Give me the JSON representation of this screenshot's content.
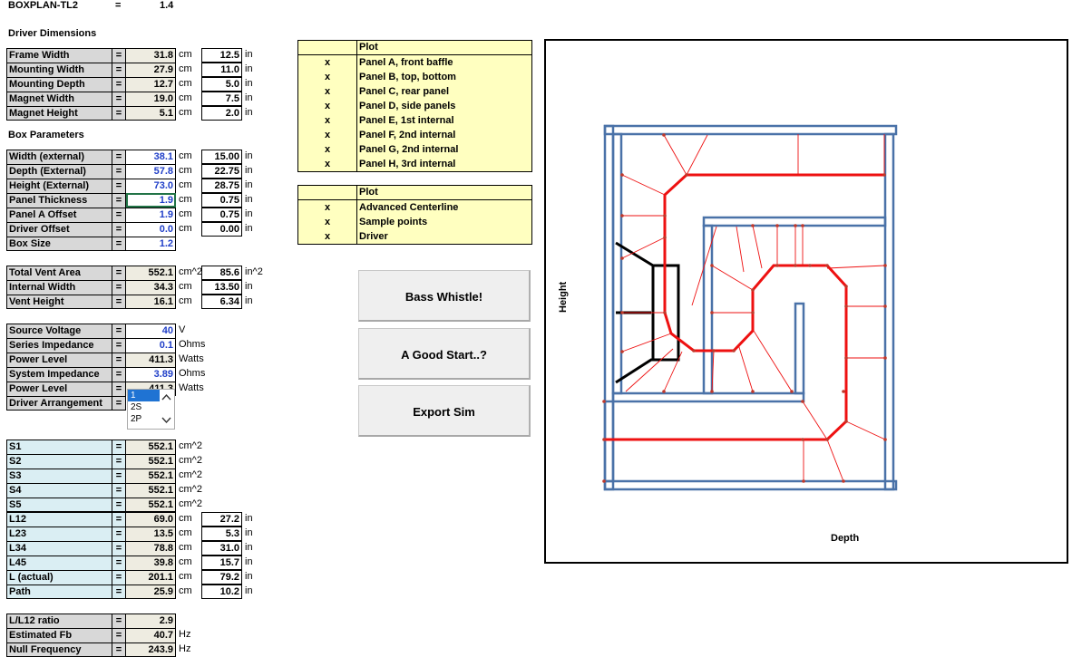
{
  "header": {
    "name": "BOXPLAN-TL2",
    "eq": "=",
    "version": "1.4"
  },
  "sections": {
    "driver": "Driver Dimensions",
    "box": "Box Parameters"
  },
  "rows": {
    "frame_width": {
      "label": "Frame Width",
      "eq": "=",
      "value": "31.8",
      "unit": "cm",
      "in_value": "12.5",
      "in_unit": "in"
    },
    "mounting_width": {
      "label": "Mounting Width",
      "eq": "=",
      "value": "27.9",
      "unit": "cm",
      "in_value": "11.0",
      "in_unit": "in"
    },
    "mounting_depth": {
      "label": "Mounting Depth",
      "eq": "=",
      "value": "12.7",
      "unit": "cm",
      "in_value": "5.0",
      "in_unit": "in"
    },
    "magnet_width": {
      "label": "Magnet Width",
      "eq": "=",
      "value": "19.0",
      "unit": "cm",
      "in_value": "7.5",
      "in_unit": "in"
    },
    "magnet_height": {
      "label": "Magnet Height",
      "eq": "=",
      "value": "5.1",
      "unit": "cm",
      "in_value": "2.0",
      "in_unit": "in"
    },
    "width_ext": {
      "label": "Width (external)",
      "eq": "=",
      "value": "38.1",
      "unit": "cm",
      "in_value": "15.00",
      "in_unit": "in"
    },
    "depth_ext": {
      "label": "Depth (External)",
      "eq": "=",
      "value": "57.8",
      "unit": "cm",
      "in_value": "22.75",
      "in_unit": "in"
    },
    "height_ext": {
      "label": "Height (External)",
      "eq": "=",
      "value": "73.0",
      "unit": "cm",
      "in_value": "28.75",
      "in_unit": "in"
    },
    "panel_thickness": {
      "label": "Panel Thickness",
      "eq": "=",
      "value": "1.9",
      "unit": "cm",
      "in_value": "0.75",
      "in_unit": "in"
    },
    "panel_a_offset": {
      "label": "Panel A Offset",
      "eq": "=",
      "value": "1.9",
      "unit": "cm",
      "in_value": "0.75",
      "in_unit": "in"
    },
    "driver_offset": {
      "label": "Driver Offset",
      "eq": "=",
      "value": "0.0",
      "unit": "cm",
      "in_value": "0.00",
      "in_unit": "in"
    },
    "box_size": {
      "label": "Box Size",
      "eq": "=",
      "value": "1.2"
    },
    "total_vent_area": {
      "label": "Total Vent Area",
      "eq": "=",
      "value": "552.1",
      "unit": "cm^2",
      "in_value": "85.6",
      "in_unit": "in^2"
    },
    "internal_width": {
      "label": "Internal Width",
      "eq": "=",
      "value": "34.3",
      "unit": "cm",
      "in_value": "13.50",
      "in_unit": "in"
    },
    "vent_height": {
      "label": "Vent Height",
      "eq": "=",
      "value": "16.1",
      "unit": "cm",
      "in_value": "6.34",
      "in_unit": "in"
    },
    "source_voltage": {
      "label": "Source Voltage",
      "eq": "=",
      "value": "40",
      "unit": "V"
    },
    "series_impedance": {
      "label": "Series Impedance",
      "eq": "=",
      "value": "0.1",
      "unit": "Ohms"
    },
    "power_level_1": {
      "label": "Power Level",
      "eq": "=",
      "value": "411.3",
      "unit": "Watts"
    },
    "system_impedance": {
      "label": "System Impedance",
      "eq": "=",
      "value": "3.89",
      "unit": "Ohms"
    },
    "power_level_2": {
      "label": "Power Level",
      "eq": "=",
      "value": "411.3",
      "unit": "Watts"
    },
    "driver_arrangement": {
      "label": "Driver Arrangement",
      "eq": "="
    },
    "s1": {
      "label": "S1",
      "eq": "=",
      "value": "552.1",
      "unit": "cm^2"
    },
    "s2": {
      "label": "S2",
      "eq": "=",
      "value": "552.1",
      "unit": "cm^2"
    },
    "s3": {
      "label": "S3",
      "eq": "=",
      "value": "552.1",
      "unit": "cm^2"
    },
    "s4": {
      "label": "S4",
      "eq": "=",
      "value": "552.1",
      "unit": "cm^2"
    },
    "s5": {
      "label": "S5",
      "eq": "=",
      "value": "552.1",
      "unit": "cm^2"
    },
    "l12": {
      "label": "L12",
      "eq": "=",
      "value": "69.0",
      "unit": "cm",
      "in_value": "27.2",
      "in_unit": "in"
    },
    "l23": {
      "label": "L23",
      "eq": "=",
      "value": "13.5",
      "unit": "cm",
      "in_value": "5.3",
      "in_unit": "in"
    },
    "l34": {
      "label": "L34",
      "eq": "=",
      "value": "78.8",
      "unit": "cm",
      "in_value": "31.0",
      "in_unit": "in"
    },
    "l45": {
      "label": "L45",
      "eq": "=",
      "value": "39.8",
      "unit": "cm",
      "in_value": "15.7",
      "in_unit": "in"
    },
    "l_actual": {
      "label": "L (actual)",
      "eq": "=",
      "value": "201.1",
      "unit": "cm",
      "in_value": "79.2",
      "in_unit": "in"
    },
    "path": {
      "label": "Path",
      "eq": "=",
      "value": "25.9",
      "unit": "cm",
      "in_value": "10.2",
      "in_unit": "in"
    },
    "l_l12_ratio": {
      "label": "L/L12 ratio",
      "eq": "=",
      "value": "2.9"
    },
    "estimated_fb": {
      "label": "Estimated Fb",
      "eq": "=",
      "value": "40.7",
      "unit": "Hz"
    },
    "null_frequency": {
      "label": "Null Frequency",
      "eq": "=",
      "value": "243.9",
      "unit": "Hz"
    }
  },
  "arrangement_options": [
    "1",
    "2S",
    "2P"
  ],
  "plot_table_1": {
    "header": "Plot",
    "items": [
      {
        "mark": "x",
        "label": "Panel A, front baffle"
      },
      {
        "mark": "x",
        "label": "Panel B, top, bottom"
      },
      {
        "mark": "x",
        "label": "Panel C, rear panel"
      },
      {
        "mark": "x",
        "label": "Panel D, side panels"
      },
      {
        "mark": "x",
        "label": "Panel E, 1st internal"
      },
      {
        "mark": "x",
        "label": "Panel F, 2nd internal"
      },
      {
        "mark": "x",
        "label": "Panel G, 2nd internal"
      },
      {
        "mark": "x",
        "label": "Panel H, 3rd internal"
      }
    ]
  },
  "plot_table_2": {
    "header": "Plot",
    "items": [
      {
        "mark": "x",
        "label": "Advanced Centerline"
      },
      {
        "mark": "x",
        "label": "Sample points"
      },
      {
        "mark": "x",
        "label": "Driver"
      }
    ]
  },
  "buttons": {
    "bass_whistle": "Bass Whistle!",
    "good_start": "A Good Start..?",
    "export_sim": "Export Sim"
  },
  "plot": {
    "xlabel": "Depth",
    "ylabel": "Height",
    "colors": {
      "panel": "#4a72a8",
      "centerline": "#ee1111",
      "driver": "#000000"
    }
  }
}
